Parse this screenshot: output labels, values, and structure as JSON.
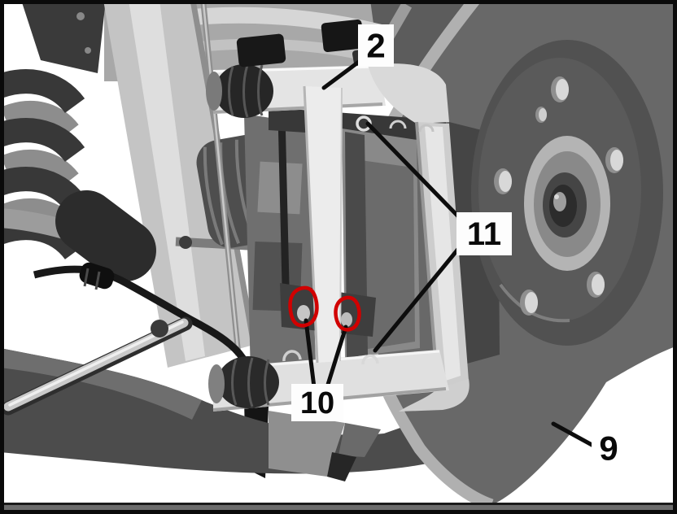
{
  "figure": {
    "type": "technical-illustration",
    "subject": "rear-axle-brake-and-suspension-assembly",
    "colors": {
      "background": "#ffffff",
      "frame": "#0a0a0a",
      "disc_face": "#686868",
      "disc_rim": "#b0b0b0",
      "caliper_light": "#e4e4e4",
      "highlight_red": "#d10000",
      "bottom_bar": "#6b6b6b"
    }
  },
  "callouts": {
    "upper_link": {
      "label": "2"
    },
    "brake_disc": {
      "label": "9"
    },
    "lower_link_bolts": {
      "label": "10"
    },
    "pad_retainers": {
      "label": "11"
    }
  }
}
